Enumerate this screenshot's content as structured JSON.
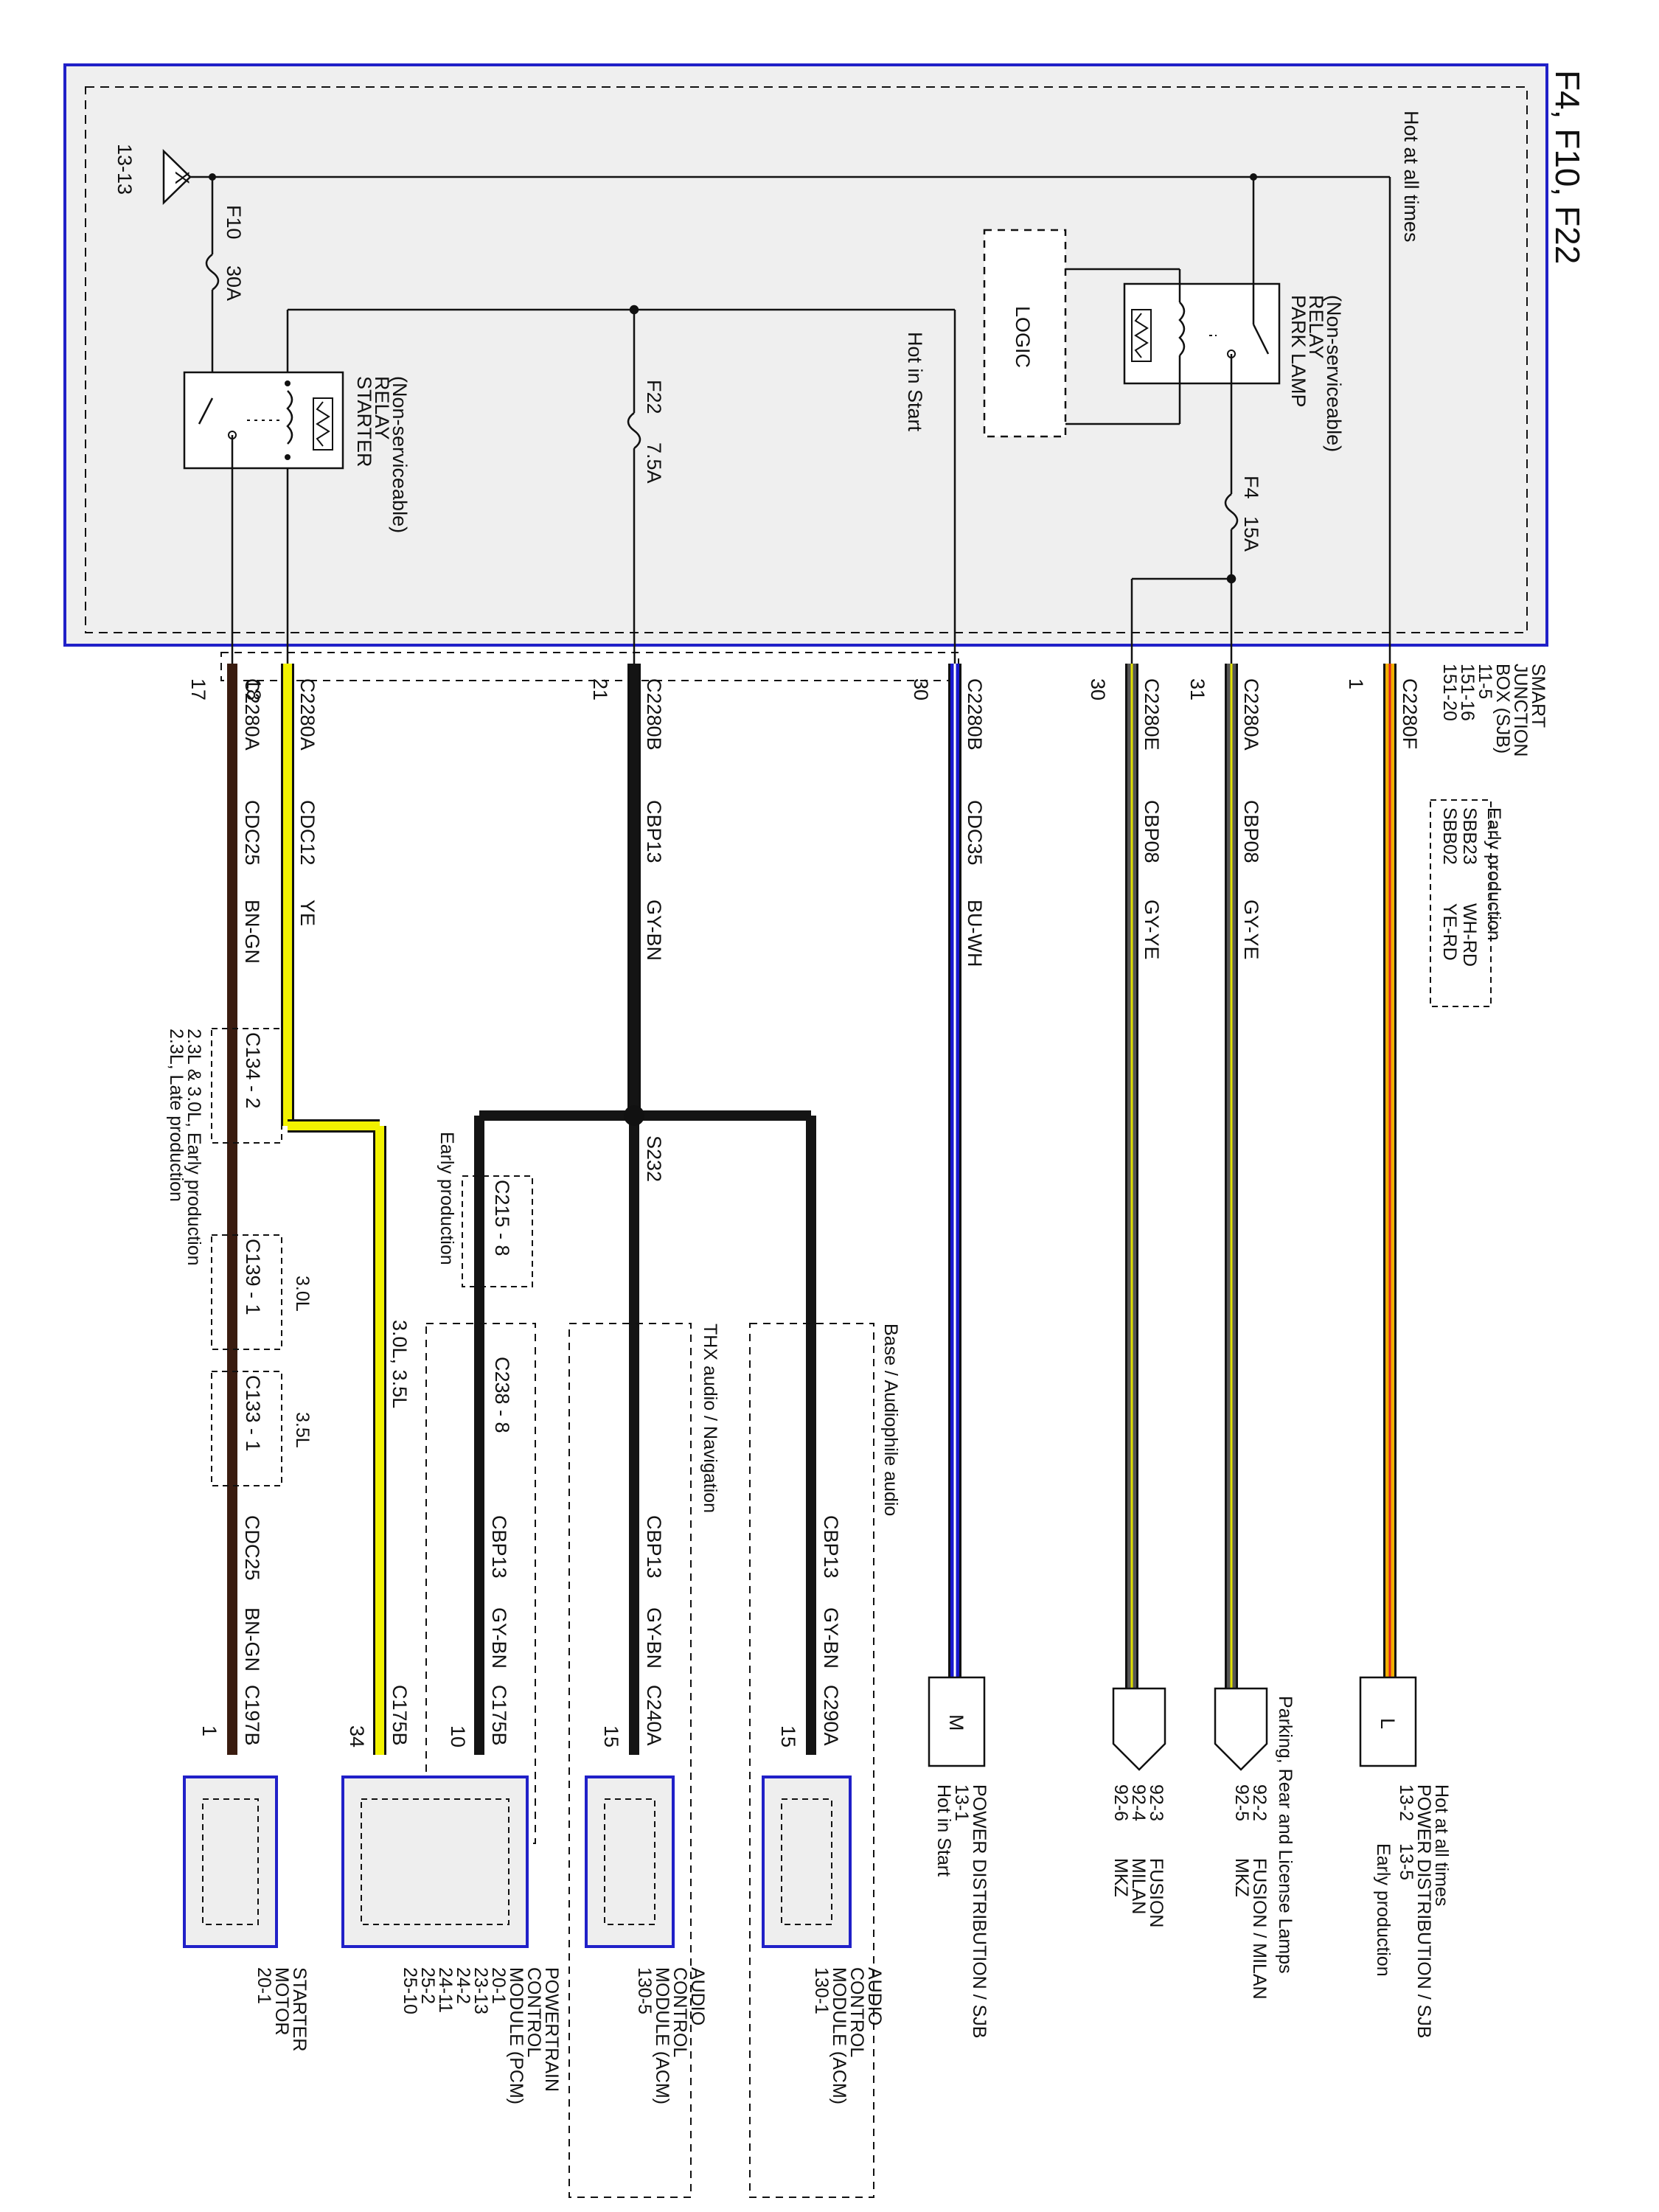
{
  "title": "F4, F10, F22",
  "sjb": {
    "hot_at_all_times": "Hot at all times",
    "hot_in_start": "Hot in Start",
    "ground_ref": "13-13",
    "ground_symbol": "X",
    "logic": "LOGIC",
    "park_lamp_relay": [
      "PARK LAMP",
      "RELAY",
      "(Non-serviceable)"
    ],
    "starter_relay": [
      "STARTER",
      "RELAY",
      "(Non-serviceable)"
    ],
    "fuses": [
      {
        "name": "F10",
        "rating": "30A"
      },
      {
        "name": "F22",
        "rating": "7.5A"
      },
      {
        "name": "F4",
        "rating": "15A"
      }
    ],
    "box_label": [
      "SMART",
      "JUNCTION",
      "BOX (SJB)",
      "11-5",
      "151-16",
      "151-20"
    ]
  },
  "early_production_box": {
    "heading": "Early production",
    "rows": [
      {
        "circuit": "SBB23",
        "color": "WH-RD"
      },
      {
        "circuit": "SBB02",
        "color": "YE-RD"
      }
    ]
  },
  "wires": [
    {
      "pin": "1",
      "connector": "C2280F",
      "circuit": "",
      "color": "",
      "stroke": "#f0b000",
      "stroke2": "#e02020"
    },
    {
      "pin": "31",
      "connector": "C2280A",
      "circuit": "CBP08",
      "color": "GY-YE",
      "stroke": "#555555",
      "stroke2": "#e0e000"
    },
    {
      "pin": "30",
      "connector": "C2280E",
      "circuit": "CBP08",
      "color": "GY-YE",
      "stroke": "#555555",
      "stroke2": "#e0e000"
    },
    {
      "pin": "30",
      "connector": "C2280B",
      "circuit": "CDC35",
      "color": "BU-WH",
      "stroke": "#1a1ad0",
      "stroke2": "#ffffff"
    },
    {
      "pin": "21",
      "connector": "C2280B",
      "circuit": "CBP13",
      "color": "GY-BN",
      "stroke": "#141414",
      "stroke2": ""
    },
    {
      "pin": "18",
      "connector": "C2280A",
      "circuit": "CDC12",
      "color": "YE",
      "stroke": "#f2f200",
      "stroke2": ""
    },
    {
      "pin": "17",
      "connector": "C2280A",
      "circuit": "CDC25",
      "color": "BN-GN",
      "stroke": "#3a1c10",
      "stroke2": ""
    }
  ],
  "splice": "S232",
  "inline_connectors": {
    "c134": "C134 - 2",
    "c139": "C139 - 1",
    "c133": "C133 - 1",
    "c215": "C215 - 8",
    "c238": "C238 - 8"
  },
  "notes": {
    "c134": [
      "2.3L & 3.0L, Early production",
      "2.3L, Late production"
    ],
    "c139": "3.0L",
    "c133": "3.5L",
    "c215": "Early production",
    "yellow_branch": "3.0L, 3.5L",
    "base_audio": "Base / Audiophile audio",
    "thx_audio": "THX audio / Navigation",
    "parking_lamps": "Parking, Rear and License Lamps"
  },
  "lower_wires": {
    "acm130_1": {
      "circuit": "CBP13",
      "color": "GY-BN",
      "connector": "C290A",
      "pin": "15"
    },
    "acm130_5": {
      "circuit": "CBP13",
      "color": "GY-BN",
      "connector": "C240A",
      "pin": "15"
    },
    "pcm_cbp13": {
      "circuit": "CBP13",
      "color": "GY-BN",
      "connector": "C175B",
      "pin": "10"
    },
    "pcm_yellow": {
      "connector": "C175B",
      "pin": "34"
    },
    "starter": {
      "circuit": "CDC25",
      "color": "BN-GN",
      "connector": "C197B",
      "pin": "1"
    }
  },
  "destinations": {
    "L": {
      "symbol": "L",
      "lines": [
        "Hot at all times",
        "POWER DISTRIBUTION / SJB",
        "13-2",
        "13-5",
        "Early production"
      ]
    },
    "fusion_92_2": {
      "refs": [
        "92-2",
        "92-5"
      ],
      "models": [
        "FUSION / MILAN",
        "MKZ"
      ]
    },
    "fusion_92_3": {
      "refs": [
        "92-3",
        "92-4",
        "92-6"
      ],
      "models": [
        "FUSION",
        "MILAN",
        "MKZ"
      ]
    },
    "M": {
      "symbol": "M",
      "lines": [
        "POWER DISTRIBUTION / SJB",
        "13-1",
        "Hot in Start"
      ]
    }
  },
  "components": {
    "acm130_1": [
      "AUDIO",
      "CONTROL",
      "MODULE (ACM)",
      "130-1"
    ],
    "acm130_5": [
      "AUDIO",
      "CONTROL",
      "MODULE (ACM)",
      "130-5"
    ],
    "pcm": [
      "POWERTRAIN",
      "CONTROL",
      "MODULE (PCM)",
      "20-1",
      "23-13",
      "24-2",
      "24-11",
      "25-2",
      "25-10"
    ],
    "starter": [
      "STARTER",
      "MOTOR",
      "20-1"
    ]
  }
}
